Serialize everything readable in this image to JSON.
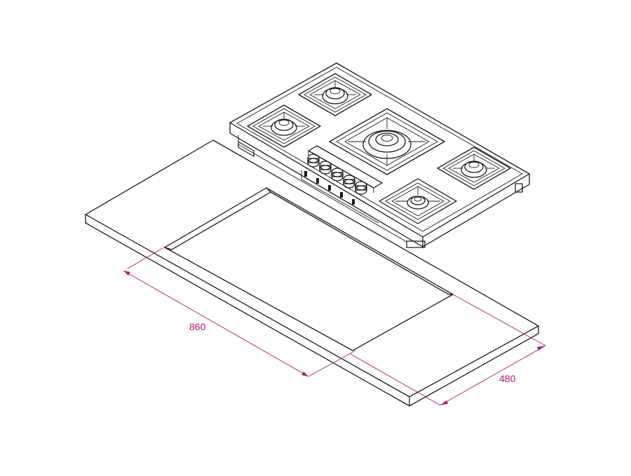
{
  "dimensions": {
    "width_label": "860",
    "depth_label": "480"
  },
  "colors": {
    "line": "#1a1a1a",
    "dimension": "#b0187a",
    "background": "#ffffff"
  },
  "hob": {
    "burner_count": 5,
    "knob_count": 5
  }
}
